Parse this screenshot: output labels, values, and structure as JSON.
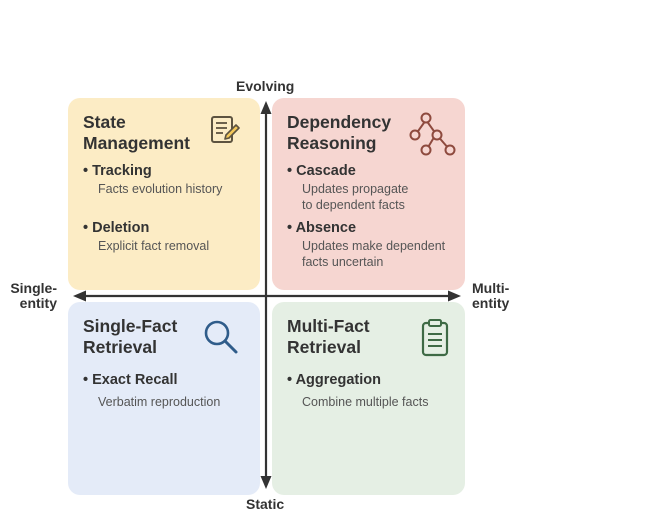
{
  "axes": {
    "top": "Evolving",
    "bottom": "Static",
    "left_line1": "Single-",
    "left_line2": "entity",
    "right_line1": "Multi-",
    "right_line2": "entity"
  },
  "quadrants": {
    "top_left": {
      "title_line1": "State",
      "title_line2": "Management",
      "icon": "document-pencil-icon",
      "bg": "#fcecc5",
      "items": [
        {
          "label": "• Tracking",
          "desc_line1": "Facts evolution history",
          "desc_line2": ""
        },
        {
          "label": "• Deletion",
          "desc_line1": "Explicit fact removal",
          "desc_line2": ""
        }
      ]
    },
    "top_right": {
      "title_line1": "Dependency",
      "title_line2": "Reasoning",
      "icon": "dependency-tree-icon",
      "bg": "#f6d6d1",
      "items": [
        {
          "label": "• Cascade",
          "desc_line1": "Updates propagate",
          "desc_line2": "to dependent facts"
        },
        {
          "label": "• Absence",
          "desc_line1": "Updates make dependent",
          "desc_line2": "facts uncertain"
        }
      ]
    },
    "bottom_left": {
      "title_line1": "Single-Fact",
      "title_line2": "Retrieval",
      "icon": "magnifier-icon",
      "bg": "#e4ebf8",
      "items": [
        {
          "label": "• Exact Recall",
          "desc_line1": "Verbatim reproduction",
          "desc_line2": ""
        }
      ]
    },
    "bottom_right": {
      "title_line1": "Multi-Fact",
      "title_line2": "Retrieval",
      "icon": "clipboard-icon",
      "bg": "#e5efe4",
      "items": [
        {
          "label": "• Aggregation",
          "desc_line1": "Combine multiple facts",
          "desc_line2": ""
        }
      ]
    }
  },
  "colors": {
    "axis": "#333333",
    "icon_state": "#5d5340",
    "icon_dependency": "#8e4a3e",
    "icon_search": "#2f5c8a",
    "icon_clipboard": "#3e6a45"
  }
}
